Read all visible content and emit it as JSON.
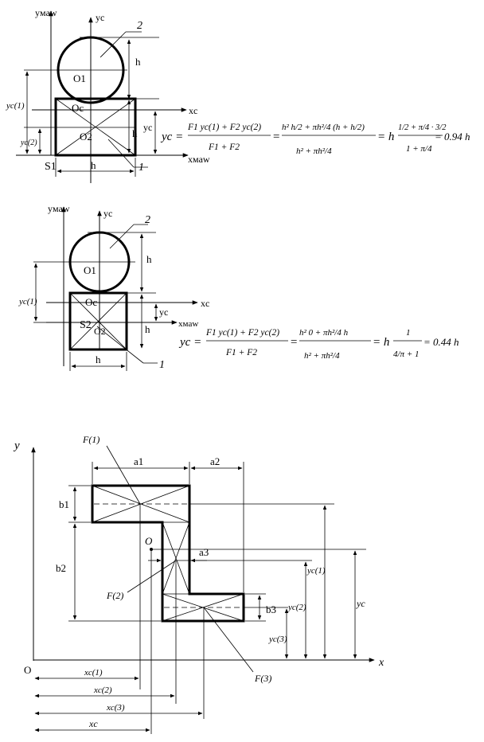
{
  "fig1": {
    "label_ymaw": "yмaw",
    "label_yc": "yc",
    "label_xc": "xc",
    "label_xmaw": "xмaw",
    "label_s": "S1",
    "label_o1": "O1",
    "label_oc": "Oc",
    "label_o2": "O2",
    "label_h_top": "h",
    "label_h_side": "h",
    "label_h_bottom": "h",
    "label_yc_dim": "yc",
    "label_yc1": "yc(1)",
    "label_yc2": "yc(2)",
    "label_n1": "1",
    "label_n2": "2",
    "eq_lhs": "yc =",
    "eq_num1": "F1 yc(1) + F2 yc(2)",
    "eq_den1": "F1 + F2",
    "eq_num2": "h² h/2 + πh²/4 (h + h/2)",
    "eq_den2": "h² + πh²/4",
    "eq_mid": "= h",
    "eq_num3": "1/2 + π/4 · 3/2",
    "eq_den3": "1 + π/4",
    "eq_result": "= 0.94 h"
  },
  "fig2": {
    "label_ymaw": "yмaw",
    "label_yc": "yc",
    "label_xc": "xc",
    "label_xmaw": "xмaw",
    "label_s": "S2",
    "label_o1": "O1",
    "label_oc": "Oc",
    "label_o2": "O2",
    "label_h_top": "h",
    "label_h_side": "h",
    "label_h_bottom": "h",
    "label_yc_dim": "yc",
    "label_yc1": "yc(1)",
    "label_n1": "1",
    "label_n2": "2",
    "eq_lhs": "yc =",
    "eq_num1": "F1 yc(1) + F2 yc(2)",
    "eq_den1": "F1 + F2",
    "eq_num2": "h² 0 + πh²/4 h",
    "eq_den2": "h² + πh²/4",
    "eq_mid": "= h",
    "eq_num3": "1",
    "eq_den3": "4/π + 1",
    "eq_result": "= 0.44 h"
  },
  "fig3": {
    "label_y": "y",
    "label_x": "x",
    "label_origin": "O",
    "label_o": "O",
    "label_f1": "F(1)",
    "label_f2": "F(2)",
    "label_f3": "F(3)",
    "label_a1": "a1",
    "label_a2": "a2",
    "label_a3": "a3",
    "label_b1": "b1",
    "label_b2": "b2",
    "label_b3": "b3",
    "label_y1": "yc(1)",
    "label_y2": "yc(2)",
    "label_y3": "yc(3)",
    "label_yc": "yc",
    "label_x1": "xc(1)",
    "label_x2": "xc(2)",
    "label_x3": "xc(3)",
    "label_xc": "xc"
  }
}
